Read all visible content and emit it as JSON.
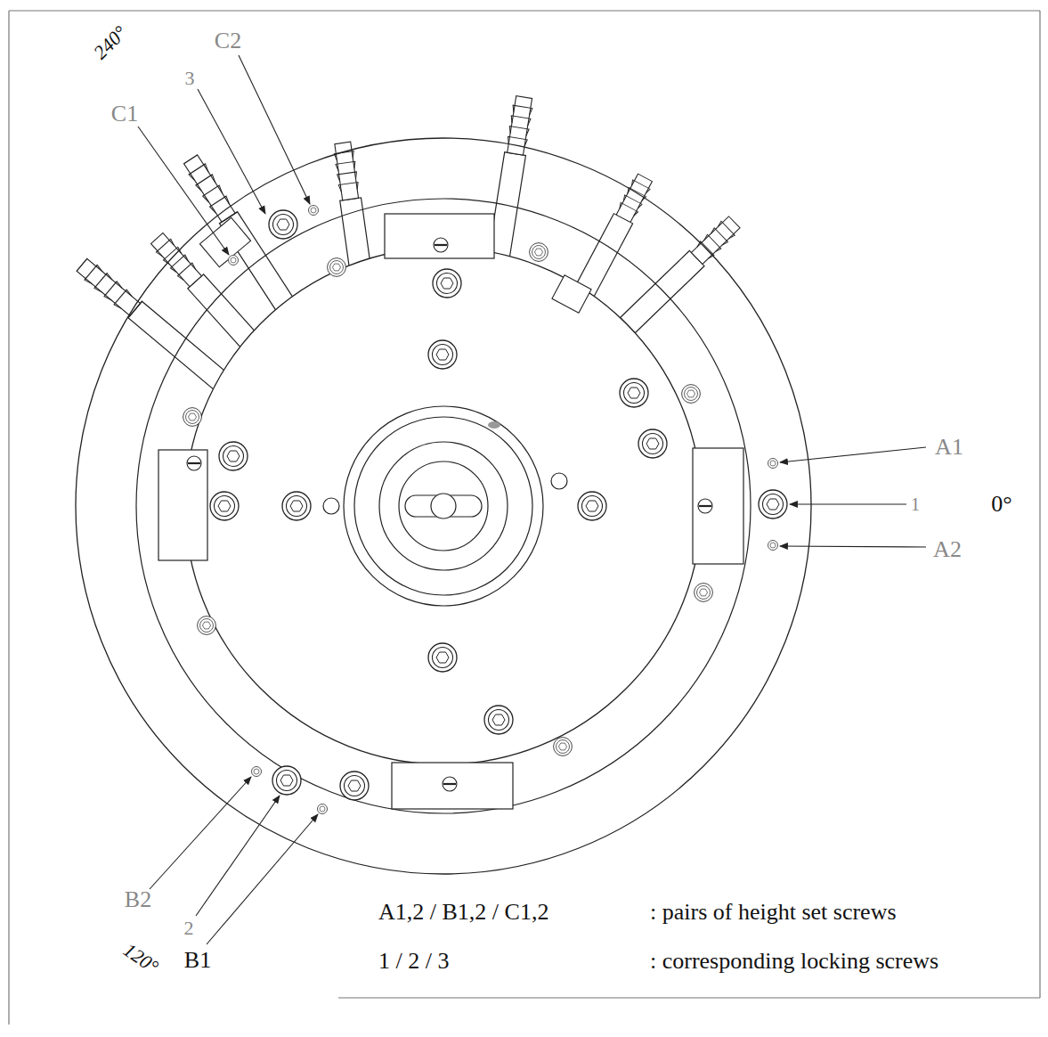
{
  "diagram": {
    "labels": [
      "240°",
      "3",
      "C2",
      "C1",
      "A1",
      "1",
      "0°",
      "A2",
      "B2",
      "2",
      "120°",
      "B1",
      "A1,2 / B1,2 / C1,2",
      ": pairs of height set screws",
      "1 / 2 / 3",
      ": corresponding locking screws"
    ]
  }
}
